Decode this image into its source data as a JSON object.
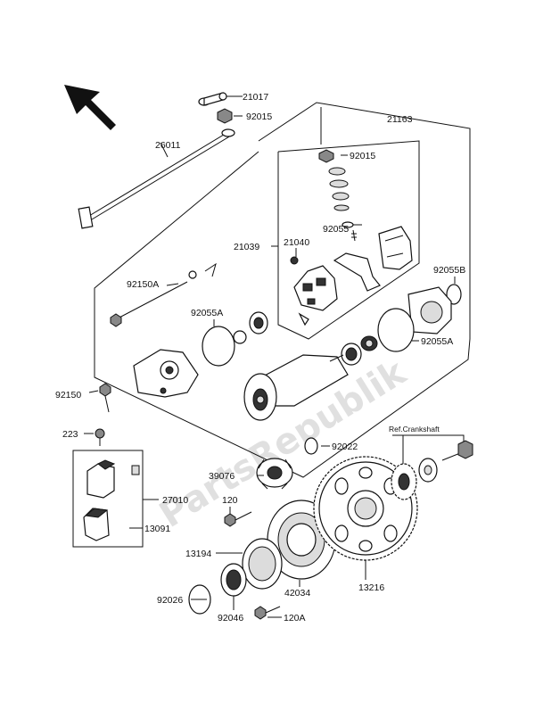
{
  "watermark": "PartsRepublik",
  "callouts": {
    "p21017": "21017",
    "p92015a": "92015",
    "p21163": "21163",
    "p26011": "26011",
    "p92015b": "92015",
    "p92055": "92055",
    "p21039": "21039",
    "p21040": "21040",
    "p92055b": "92055B",
    "p92150a": "92150A",
    "p92055a_left": "92055A",
    "p92055a_right": "92055A",
    "p92150": "92150",
    "p223": "223",
    "ref_crankshaft": "Ref.Crankshaft",
    "p92022": "92022",
    "p39076": "39076",
    "p27010": "27010",
    "p120": "120",
    "p13091": "13091",
    "p13194": "13194",
    "p42034": "42034",
    "p13216": "13216",
    "p92026": "92026",
    "p92046": "92046",
    "p120a": "120A"
  }
}
